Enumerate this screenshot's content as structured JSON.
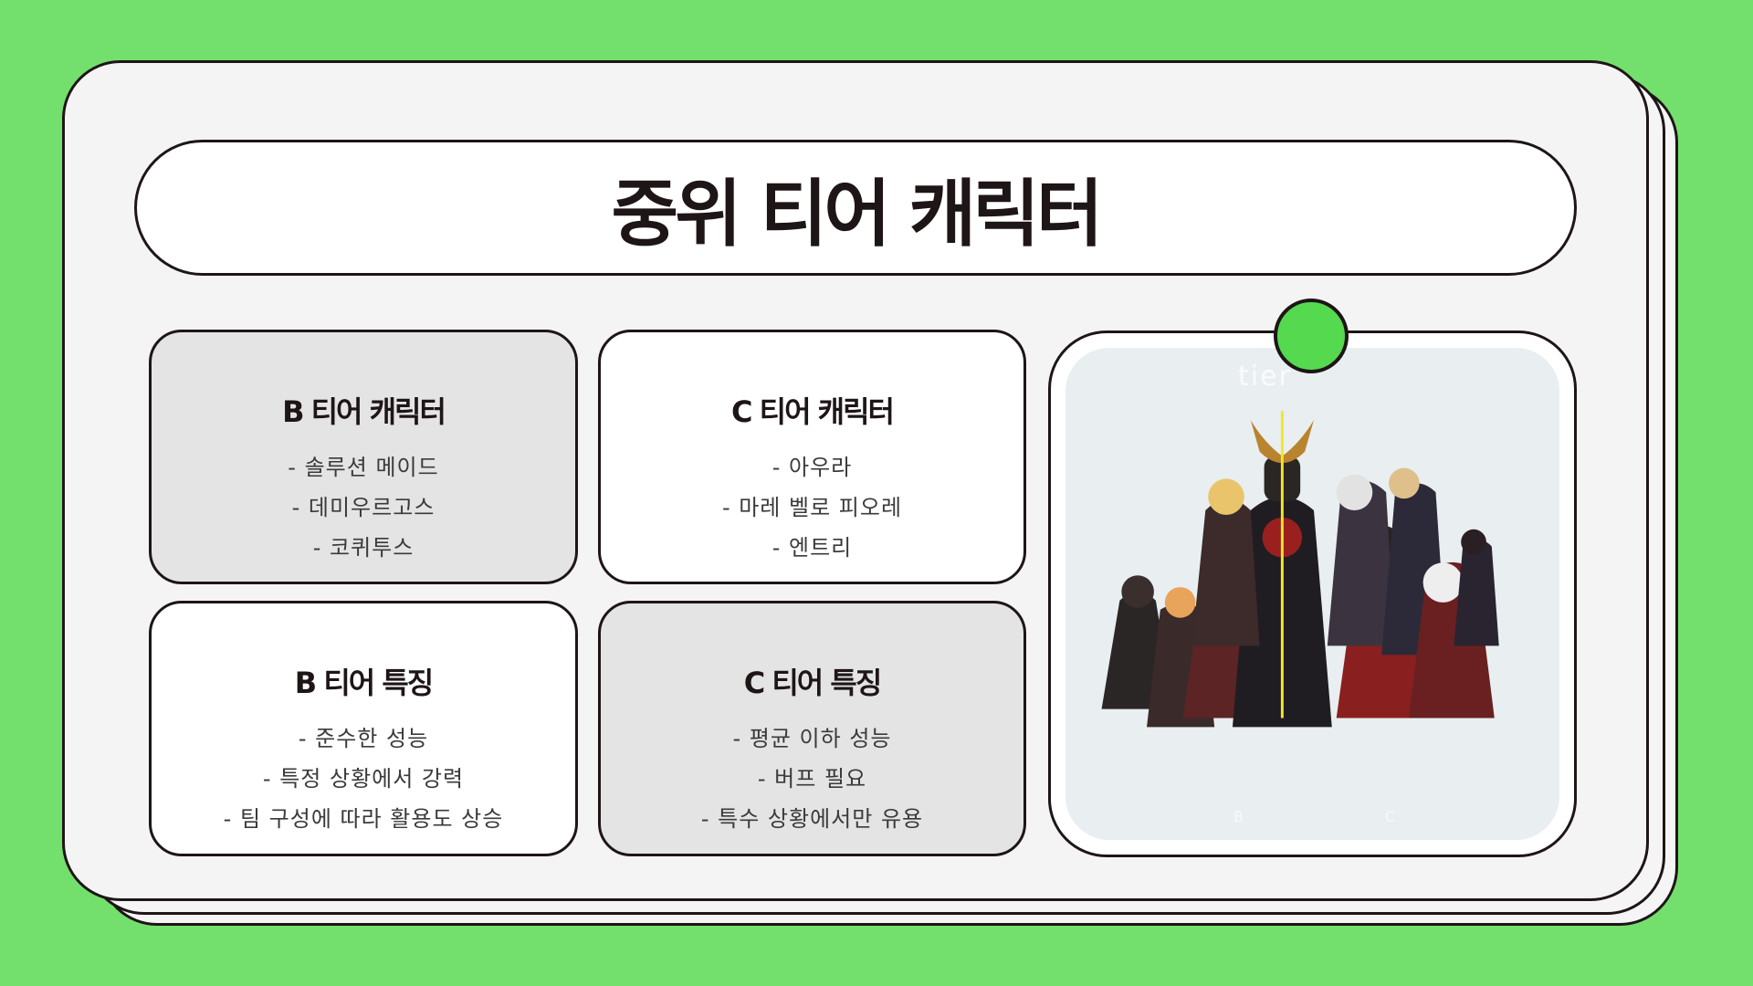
{
  "slide": {
    "title": "중위 티어 캐릭터",
    "cards": [
      {
        "heading": "B 티어 캐릭터",
        "items": [
          "- 솔루션 메이드",
          "- 데미우르고스",
          "- 코퀴투스"
        ]
      },
      {
        "heading": "C 티어 캐릭터",
        "items": [
          "- 아우라",
          "- 마레 벨로 피오레",
          "- 엔트리"
        ]
      },
      {
        "heading": "B 티어 특징",
        "items": [
          "- 준수한 성능",
          "- 특정 상황에서 강력",
          "- 팀 구성에 따라 활용도 상승"
        ]
      },
      {
        "heading": "C 티어 특징",
        "items": [
          "- 평균 이하 성능",
          "- 버프 필요",
          "- 특수 상황에서만 유용"
        ]
      }
    ],
    "image": {
      "watermark": "tier",
      "label_left": "B",
      "label_right": "C"
    }
  },
  "colors": {
    "background": "#73e06d",
    "outline": "#1e1517",
    "pin": "#54d94f",
    "card_grey": "#e4e4e4"
  }
}
